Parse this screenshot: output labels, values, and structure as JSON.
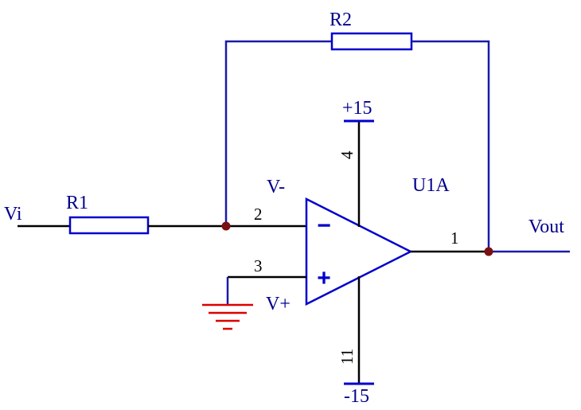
{
  "colors": {
    "wire": "#1a1aaa",
    "lead": "#000000",
    "component": "#0000cc",
    "ground": "#dd0000",
    "junction": "#7a1010",
    "text": "#00008b",
    "pin_text": "#000000"
  },
  "labels": {
    "input": "Vi",
    "output": "Vout",
    "r1": "R1",
    "r2": "R2",
    "opamp": "U1A",
    "v_minus": "V-",
    "v_plus": "V+",
    "supply_pos": "+15",
    "supply_neg": "-15"
  },
  "pins": {
    "inverting": "2",
    "non_inverting": "3",
    "output": "1",
    "vcc": "4",
    "vee": "11"
  },
  "symbols": {
    "minus": "−",
    "plus": "+"
  }
}
